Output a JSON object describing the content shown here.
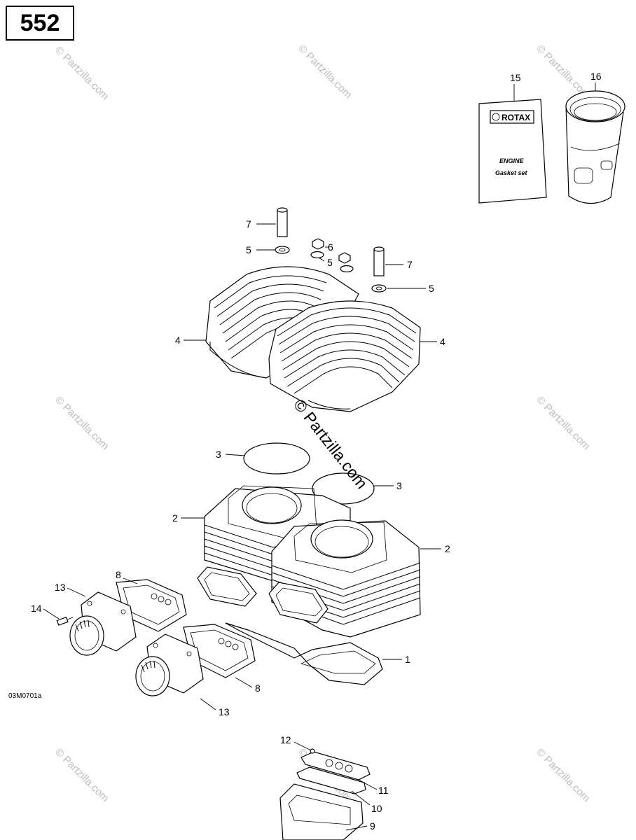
{
  "page_number": "552",
  "diagram_code": "03M0701a",
  "watermark": "© Partzilla.com",
  "kit_label": {
    "brand": "ROTAX",
    "line1": "ENGINE",
    "line2": "Gasket set"
  },
  "callouts": {
    "c1": "1",
    "c2a": "2",
    "c2b": "2",
    "c3a": "3",
    "c3b": "3",
    "c4a": "4",
    "c4b": "4",
    "c5a": "5",
    "c5b": "5",
    "c5c": "5",
    "c6": "6",
    "c7a": "7",
    "c7b": "7",
    "c8a": "8",
    "c8b": "8",
    "c9": "9",
    "c10": "10",
    "c11": "11",
    "c12": "12",
    "c13a": "13",
    "c13b": "13",
    "c14": "14",
    "c15": "15",
    "c16": "16"
  }
}
